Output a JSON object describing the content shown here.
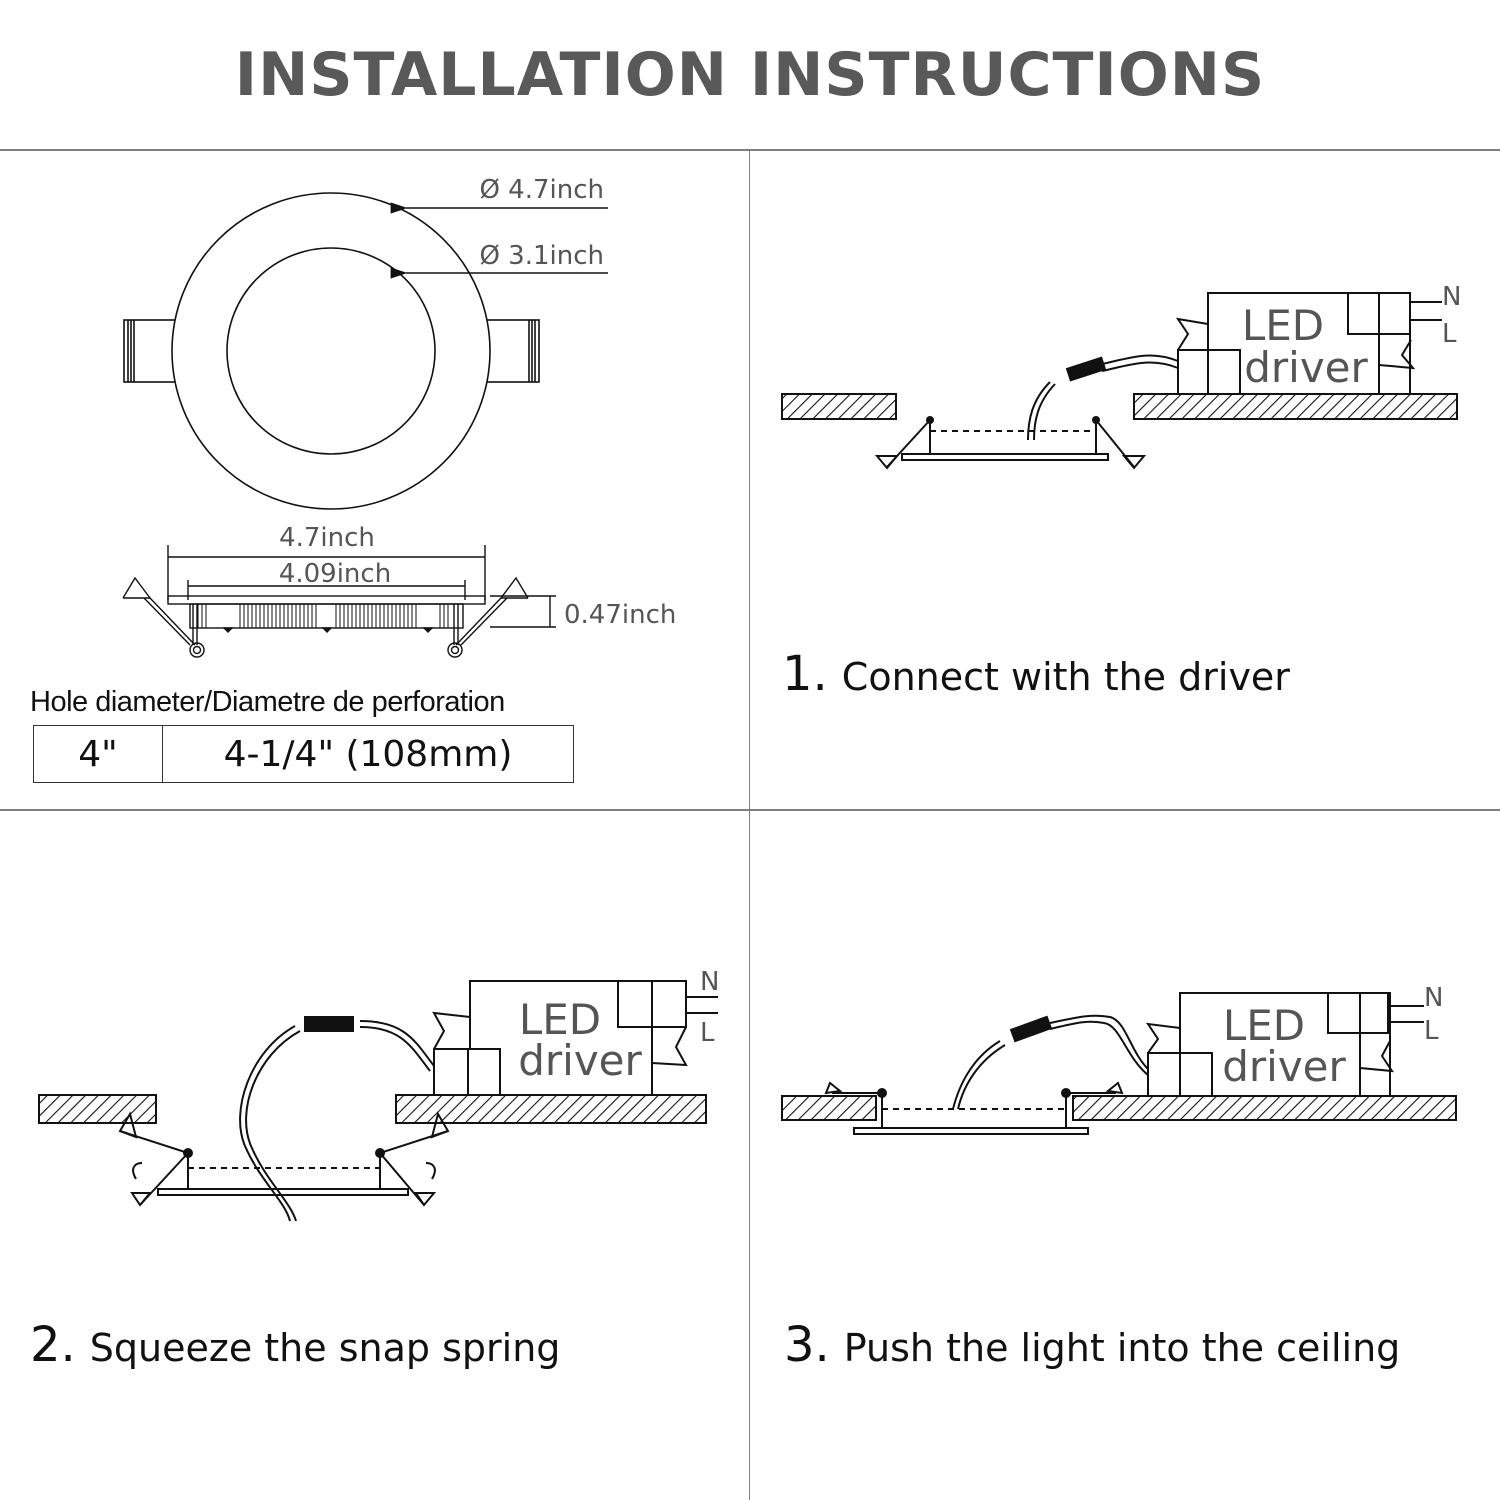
{
  "header": {
    "title": "INSTALLATION INSTRUCTIONS"
  },
  "dimensions": {
    "outer_diameter": "Ø 4.7inch",
    "inner_diameter": "Ø 3.1inch",
    "side_width": "4.7inch",
    "cutout_width": "4.09inch",
    "height": "0.47inch"
  },
  "hole_table": {
    "caption": "Hole diameter/Diametre de perforation",
    "rows": [
      {
        "size": "4\"",
        "hole": "4-1/4\" (108mm)"
      }
    ]
  },
  "driver": {
    "line1": "LED",
    "line2": "driver",
    "neutral": "N",
    "live": "L"
  },
  "steps": [
    {
      "number": "1.",
      "text": "Connect with the driver"
    },
    {
      "number": "2.",
      "text": "Squeeze the snap spring"
    },
    {
      "number": "3.",
      "text": "Push the light into the ceiling"
    }
  ],
  "colors": {
    "title": "#595959",
    "divider": "#7f7f7f",
    "line": "#111111",
    "label": "#555555"
  }
}
